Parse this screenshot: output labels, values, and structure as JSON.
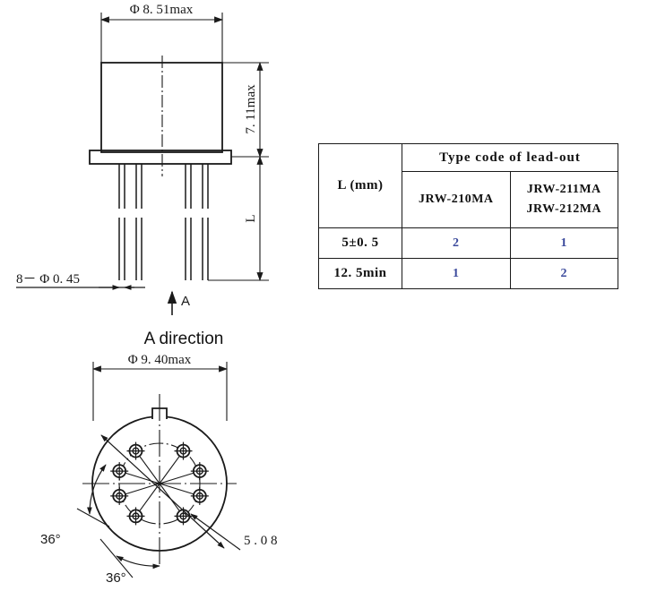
{
  "drawing": {
    "side_view": {
      "width_dim": "Φ  8. 51max",
      "height_dim": "7. 11max",
      "lead_length_dim": "L",
      "lead_dia_note": "8－ Φ  0. 45",
      "section_arrow_label": "A",
      "view_caption": "A direction"
    },
    "bottom_view": {
      "diameter_dim": "Φ  9. 40max",
      "angle_1": "36°",
      "angle_2": "36°",
      "pitch_circle_dim": "5 .   0 8",
      "pin_count": 8
    }
  },
  "table": {
    "corner_header": "L (mm)",
    "group_header": "Type code of lead-out",
    "columns": [
      {
        "label_lines": [
          "JRW-210MA"
        ]
      },
      {
        "label_lines": [
          "JRW-211MA",
          "JRW-212MA"
        ]
      }
    ],
    "rows": [
      {
        "label": "5±0. 5",
        "values": [
          "2",
          "1"
        ]
      },
      {
        "label": "12. 5min",
        "values": [
          "1",
          "2"
        ]
      }
    ]
  },
  "colors": {
    "line": "#1a1a1a",
    "value_text": "#3b4a9c",
    "background": "#ffffff"
  }
}
